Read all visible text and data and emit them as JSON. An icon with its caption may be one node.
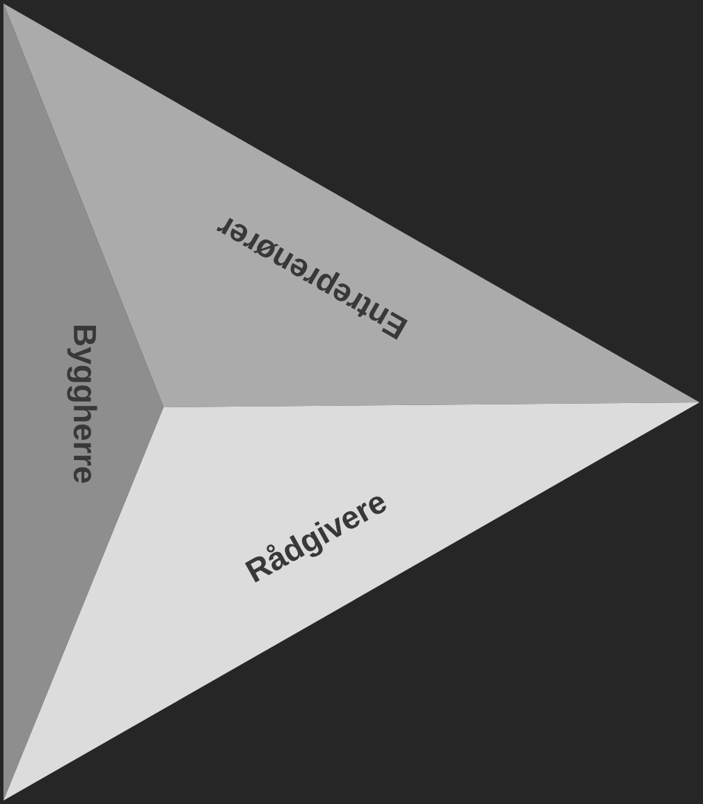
{
  "diagram": {
    "nodes": [
      {
        "text": [
          "Byggherre"
        ]
      },
      {
        "text": [
          "Entreprenører"
        ]
      },
      {
        "text": [
          "Rådgivere"
        ]
      }
    ]
  }
}
